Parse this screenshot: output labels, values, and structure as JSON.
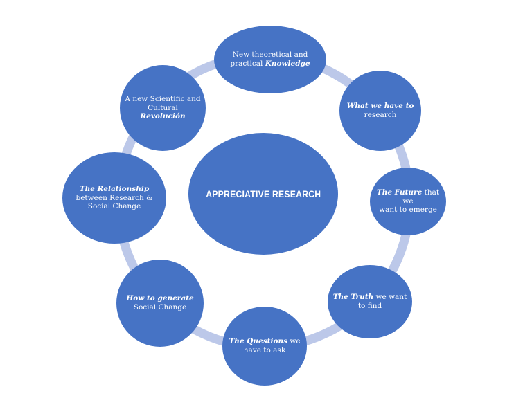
{
  "diagram_type": "cycle",
  "center": {
    "label": "APPRECIATIVE RESEARCH"
  },
  "nodes": [
    {
      "id": "new-knowledge",
      "segments": [
        {
          "text": "New theoretical and\npractical ",
          "italic": false
        },
        {
          "text": "Knowledge",
          "italic": true
        }
      ]
    },
    {
      "id": "what-to-research",
      "segments": [
        {
          "text": "What we have to",
          "italic": true
        },
        {
          "text": "\nresearch",
          "italic": false
        }
      ]
    },
    {
      "id": "future",
      "segments": [
        {
          "text": "The Future",
          "italic": true
        },
        {
          "text": " that we\nwant to emerge",
          "italic": false
        }
      ]
    },
    {
      "id": "truth",
      "segments": [
        {
          "text": "The Truth",
          "italic": true
        },
        {
          "text": " we want\nto find",
          "italic": false
        }
      ]
    },
    {
      "id": "questions",
      "segments": [
        {
          "text": "The Questions",
          "italic": true
        },
        {
          "text": " we\nhave to ask",
          "italic": false
        }
      ]
    },
    {
      "id": "how-social-change",
      "segments": [
        {
          "text": "How to generate",
          "italic": true
        },
        {
          "text": "\nSocial Change",
          "italic": false
        }
      ]
    },
    {
      "id": "relationship",
      "segments": [
        {
          "text": "The Relationship",
          "italic": true
        },
        {
          "text": "\nbetween Research &\nSocial Change",
          "italic": false
        }
      ]
    },
    {
      "id": "revolution",
      "segments": [
        {
          "text": "A new Scientific and\nCultural ",
          "italic": false
        },
        {
          "text": "Revolución",
          "italic": true
        }
      ]
    }
  ],
  "colors": {
    "node_fill": "#4673C5",
    "ring": "#BCC8E9",
    "text": "#FFFFFF",
    "background": "#FFFFFF"
  }
}
